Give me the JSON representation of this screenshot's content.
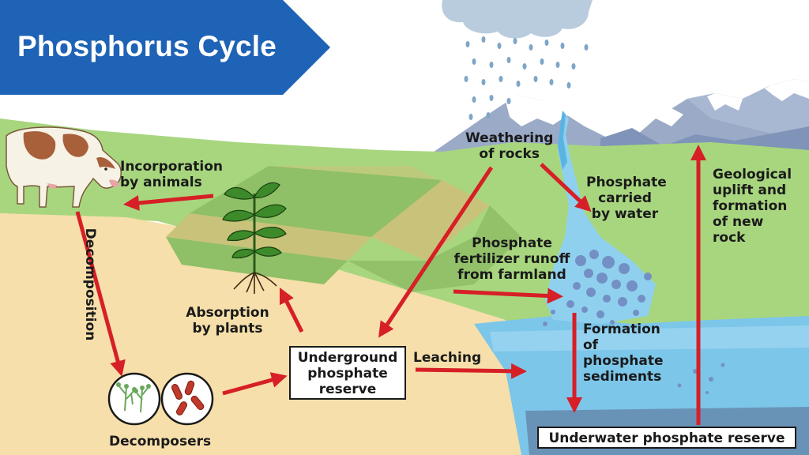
{
  "title": "Phosphorus Cycle",
  "colors": {
    "banner": "#1e63b5",
    "arrow": "#d61f26",
    "grass": "#9bd07a",
    "soil": "#f6dfaa",
    "water": "#7cc6ea",
    "mountain": "#8b9dbf",
    "snow": "#ffffff",
    "cloud": "#b9ccdd",
    "rain": "#7fa6c8"
  },
  "labels": {
    "incorporation": "Incorporation\nby animals",
    "weathering": "Weathering\nof rocks",
    "carried": "Phosphate\ncarried\nby water",
    "uplift": "Geological\nuplift and\nformation\nof new\nrock",
    "runoff": "Phosphate\nfertilizer runoff\nfrom farmland",
    "decomposition": "Decomposition",
    "absorption": "Absorption\nby plants",
    "leaching": "Leaching",
    "sediments": "Formation\nof\nphosphate\nsediments",
    "decomposers": "Decomposers",
    "underground": "Underground\nphosphate\nreserve",
    "underwater": "Underwater phosphate reserve"
  },
  "icons": {
    "cow": "cow-icon",
    "plant": "plant-icon",
    "cloud": "rain-cloud-icon",
    "fungi": "fungi-icon",
    "bacteria": "bacteria-icon"
  }
}
